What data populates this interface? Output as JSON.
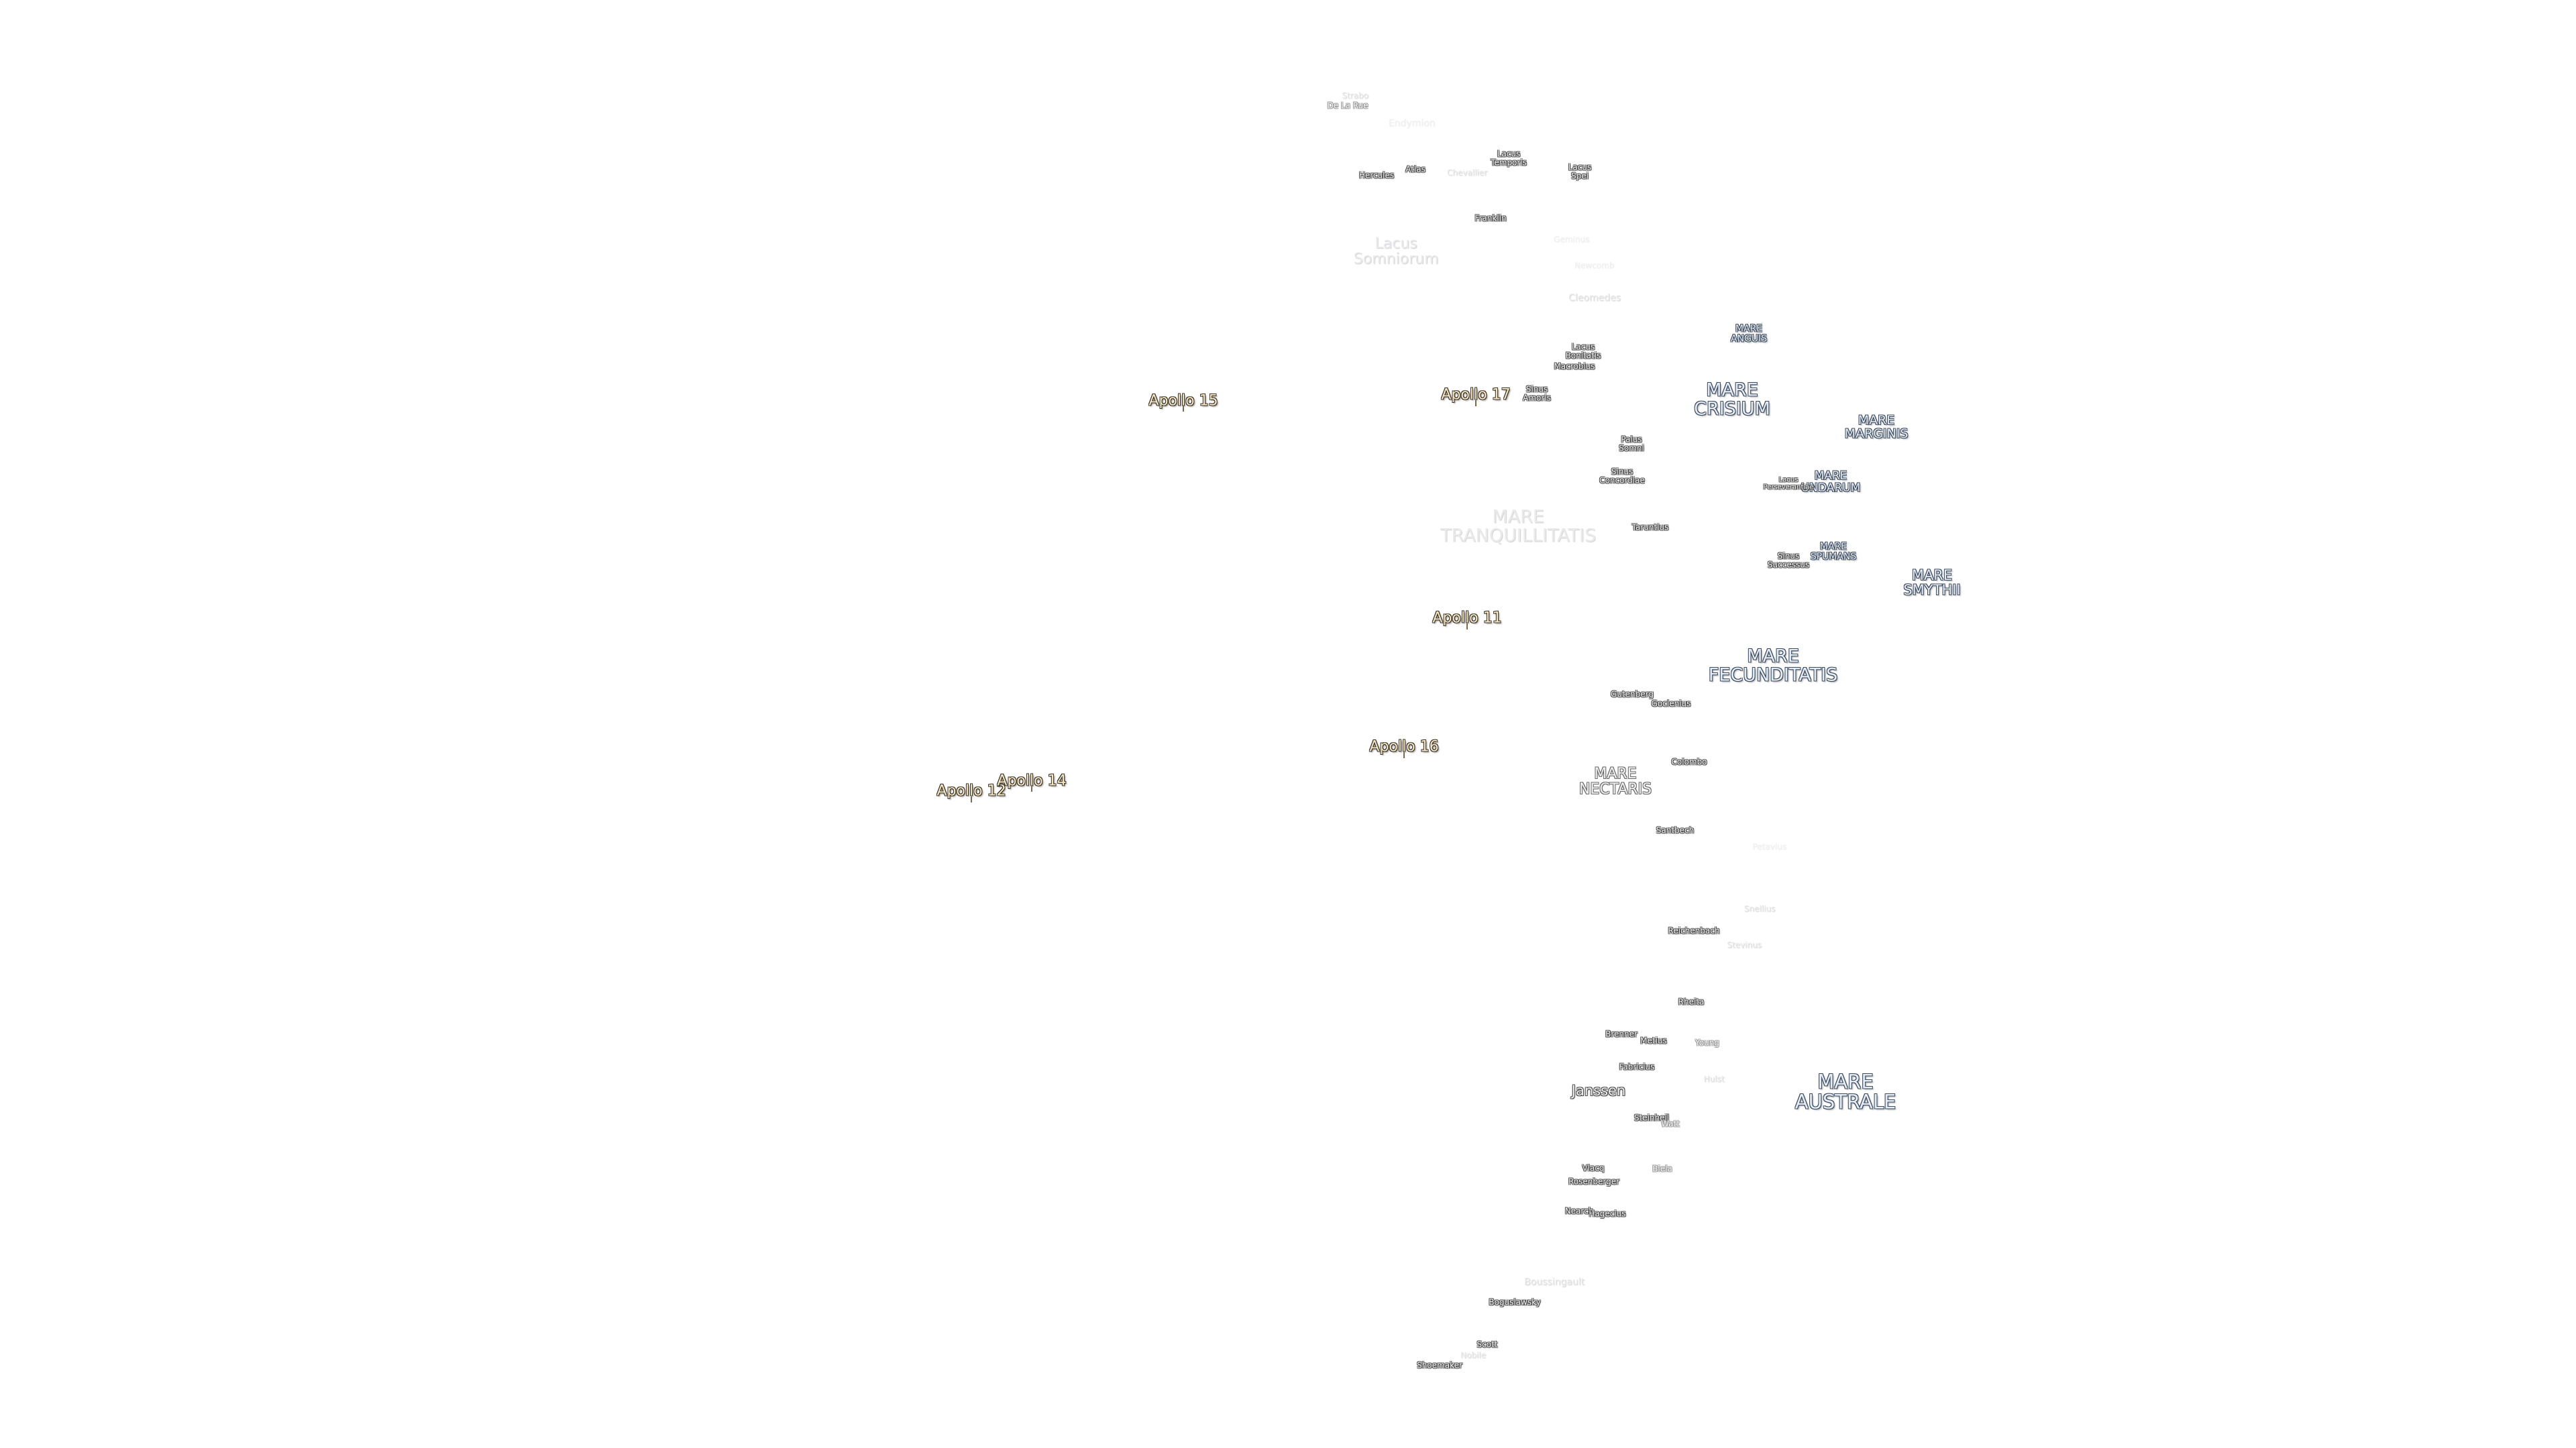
{
  "colors": {
    "background": "#ffffff",
    "mare_label_fill": "#e4ecf6",
    "mare_label_outline": "#3c4a5c",
    "crater_label_fill": "#f2f2f2",
    "crater_label_outline": "#4a4a4a",
    "apollo_label_fill": "#f6e7c6",
    "apollo_label_outline": "#3a3326"
  },
  "maria": [
    {
      "id": "crisium",
      "text": "MARE\nCRISIUM"
    },
    {
      "id": "marginis",
      "text": "MARE\nMARGINIS"
    },
    {
      "id": "undarum",
      "text": "MARE\nUNDARUM"
    },
    {
      "id": "spumans",
      "text": "MARE\nSPUMANS"
    },
    {
      "id": "smythii",
      "text": "MARE\nSMYTHII"
    },
    {
      "id": "fecunditatis",
      "text": "MARE\nFECUNDITATIS"
    },
    {
      "id": "australe",
      "text": "MARE\nAUSTRALE"
    },
    {
      "id": "anguis",
      "text": "MARE\nANGUIS"
    },
    {
      "id": "nectaris",
      "text": "MARE\nNECTARIS"
    },
    {
      "id": "tranquillitatis",
      "text": "MARE\nTRANQUILLITATIS"
    },
    {
      "id": "somniorum",
      "text": "Lacus\nSomniorum"
    }
  ],
  "features": [
    {
      "id": "strabo",
      "text": "Strabo"
    },
    {
      "id": "delarue",
      "text": "De La Rue"
    },
    {
      "id": "endymion",
      "text": "Endymion"
    },
    {
      "id": "lacus-temporis",
      "text": "Lacus\nTemporis"
    },
    {
      "id": "lacus-spei",
      "text": "Lacus\nSpei"
    },
    {
      "id": "hercules",
      "text": "Hercules"
    },
    {
      "id": "atlas",
      "text": "Atlas"
    },
    {
      "id": "chevallier",
      "text": "Chevallier"
    },
    {
      "id": "franklin",
      "text": "Franklin"
    },
    {
      "id": "geminus",
      "text": "Geminus"
    },
    {
      "id": "newcomb",
      "text": "Newcomb"
    },
    {
      "id": "cleomedes",
      "text": "Cleomedes"
    },
    {
      "id": "lacus-bonitatis",
      "text": "Lacus\nBonitatis"
    },
    {
      "id": "macrobius",
      "text": "Macrobius"
    },
    {
      "id": "sinus-amoris",
      "text": "Sinus\nAmoris"
    },
    {
      "id": "palus-somni",
      "text": "Palus\nSomni"
    },
    {
      "id": "sinus-concordiae",
      "text": "Sinus\nConcordiae"
    },
    {
      "id": "lacus-perseverantiae",
      "text": "Lacus\nPerseverantiae"
    },
    {
      "id": "taruntius",
      "text": "Taruntius"
    },
    {
      "id": "sinus-successus",
      "text": "Sinus\nSuccessus"
    },
    {
      "id": "gutenberg",
      "text": "Gutenberg"
    },
    {
      "id": "goclenius",
      "text": "Goclenius"
    },
    {
      "id": "colombo",
      "text": "Colombo"
    },
    {
      "id": "santbech",
      "text": "Santbech"
    },
    {
      "id": "petavius",
      "text": "Petavius"
    },
    {
      "id": "snellius",
      "text": "Snellius"
    },
    {
      "id": "reichenbach",
      "text": "Reichenbach"
    },
    {
      "id": "stevinus",
      "text": "Stevinus"
    },
    {
      "id": "rheita",
      "text": "Rheita"
    },
    {
      "id": "brenner",
      "text": "Brenner"
    },
    {
      "id": "metius",
      "text": "Metius"
    },
    {
      "id": "young",
      "text": "Young"
    },
    {
      "id": "fabricius",
      "text": "Fabricius"
    },
    {
      "id": "hulst",
      "text": "Hulst"
    },
    {
      "id": "janssen",
      "text": "Janssen"
    },
    {
      "id": "steinheil",
      "text": "Steinheil"
    },
    {
      "id": "watt",
      "text": "Watt"
    },
    {
      "id": "vlacq",
      "text": "Vlacq"
    },
    {
      "id": "rosenberger",
      "text": "Rosenberger"
    },
    {
      "id": "biela",
      "text": "Biela"
    },
    {
      "id": "nearch",
      "text": "Nearch"
    },
    {
      "id": "hagecius",
      "text": "Hagecius"
    },
    {
      "id": "boussingault",
      "text": "Boussingault"
    },
    {
      "id": "boguslawsky",
      "text": "Boguslawsky"
    },
    {
      "id": "scott",
      "text": "Scott"
    },
    {
      "id": "nobile",
      "text": "Nobile"
    },
    {
      "id": "shoemaker",
      "text": "Shoemaker"
    }
  ],
  "landing_sites": [
    {
      "id": "apollo-15",
      "text": "Apollo 15"
    },
    {
      "id": "apollo-17",
      "text": "Apollo 17"
    },
    {
      "id": "apollo-11",
      "text": "Apollo 11"
    },
    {
      "id": "apollo-16",
      "text": "Apollo 16"
    },
    {
      "id": "apollo-12",
      "text": "Apollo 12"
    },
    {
      "id": "apollo-14",
      "text": "Apollo 14"
    }
  ]
}
